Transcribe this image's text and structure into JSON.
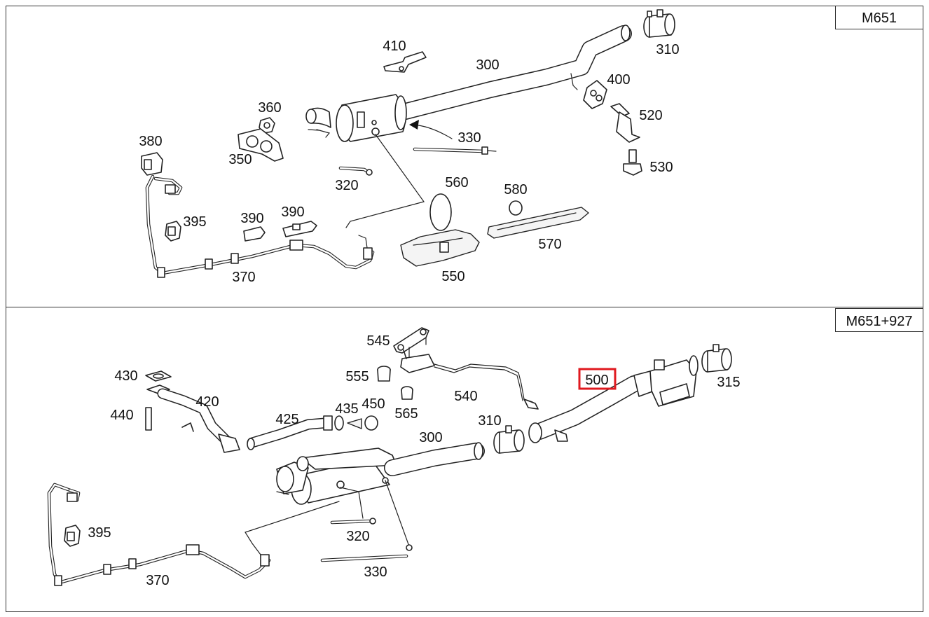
{
  "sections": [
    {
      "tag": "M651"
    },
    {
      "tag": "M651+927"
    }
  ],
  "highlight_color": "#e0191f",
  "labels_top": {
    "p410": "410",
    "p300": "300",
    "p310": "310",
    "p400": "400",
    "p520": "520",
    "p360": "360",
    "p330": "330",
    "p380": "380",
    "p350": "350",
    "p530": "530",
    "p560": "560",
    "p580": "580",
    "p320": "320",
    "p395": "395",
    "p390a": "390",
    "p390b": "390",
    "p570": "570",
    "p370": "370",
    "p550": "550"
  },
  "labels_bottom": {
    "p545": "545",
    "p430": "430",
    "p555": "555",
    "p500": "500",
    "p315": "315",
    "p420": "420",
    "p540": "540",
    "p440": "440",
    "p425": "425",
    "p435": "435",
    "p450": "450",
    "p565": "565",
    "p310": "310",
    "p300": "300",
    "p395": "395",
    "p320": "320",
    "p370": "370",
    "p330": "330"
  }
}
